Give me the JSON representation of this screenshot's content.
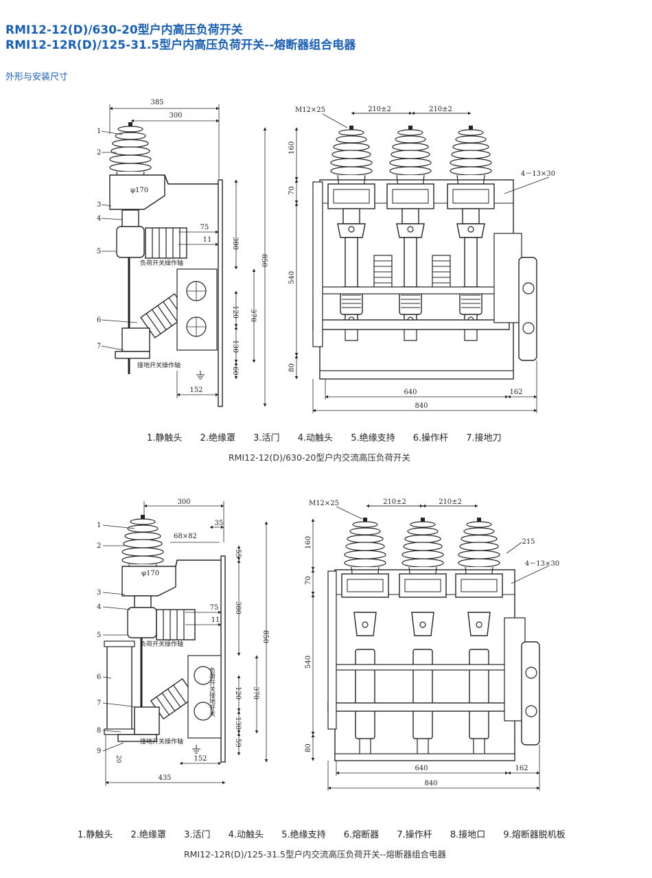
{
  "header": {
    "title1": "RMI12-12(D)/630-20型户内高压负荷开关",
    "title2": "RMI12-12R(D)/125-31.5型户内高压负荷开关--熔断器组合电器",
    "subtitle": "外形与安装尺寸"
  },
  "figure1": {
    "side": {
      "dims": {
        "w385": "385",
        "w300": "300",
        "d75": "75",
        "d11": "11",
        "h380": "380",
        "h850": "850",
        "h120": "120",
        "h370": "370",
        "h130": "130",
        "h60": "60",
        "w152": "152",
        "dia": "φ170"
      },
      "callouts": [
        "1",
        "2",
        "3",
        "4",
        "5",
        "6",
        "7"
      ],
      "labels": {
        "load_shaft": "负荷开关操作轴",
        "earth_shaft": "接地开关操作轴"
      }
    },
    "front": {
      "dims": {
        "bolt": "M12×25",
        "pitch1": "210±2",
        "pitch2": "210±2",
        "h160": "160",
        "h70": "70",
        "h540": "540",
        "h80": "80",
        "w640": "640",
        "w162": "162",
        "w840": "840",
        "holes": "4－13×30"
      }
    },
    "legend": [
      "1.静触头",
      "2.绝缘罩",
      "3.活门",
      "4.动触头",
      "5.绝缘支持",
      "6.操作杆",
      "7.接地刀"
    ],
    "caption": "RMI12-12(D)/630-20型户内交流高压负荷开关"
  },
  "figure2": {
    "side": {
      "dims": {
        "w300": "300",
        "d35": "35",
        "hole": "68×82",
        "d55": "55",
        "dia": "φ170",
        "d75": "75",
        "d11": "11",
        "h380": "380",
        "h850": "850",
        "h120": "120",
        "h370": "370",
        "h130": "130",
        "h59": "59",
        "w152": "152",
        "w435": "435",
        "d20": "20"
      },
      "callouts": [
        "1",
        "2",
        "3",
        "4",
        "5",
        "6",
        "7",
        "8",
        "9"
      ],
      "labels": {
        "load_shaft": "负荷开关操作轴",
        "earth_shaft": "接地开关操作轴",
        "panel_text": "负荷开关接地开关"
      }
    },
    "front": {
      "dims": {
        "bolt": "M12×25",
        "pitch1": "210±2",
        "pitch2": "210±2",
        "d215": "215",
        "h160": "160",
        "h70": "70",
        "h540": "540",
        "h80": "80",
        "w640": "640",
        "w162": "162",
        "w840": "840",
        "holes": "4－13×30"
      }
    },
    "legend": [
      "1.静触头",
      "2.绝缘罩",
      "3.活门",
      "4.动触头",
      "5.绝缘支持",
      "6.熔断器",
      "7.操作杆",
      "8.接地口",
      "9.熔断器脱机板"
    ],
    "caption": "RMI12-12R(D)/125-31.5型户内交流高压负荷开关--熔断器组合电器"
  }
}
